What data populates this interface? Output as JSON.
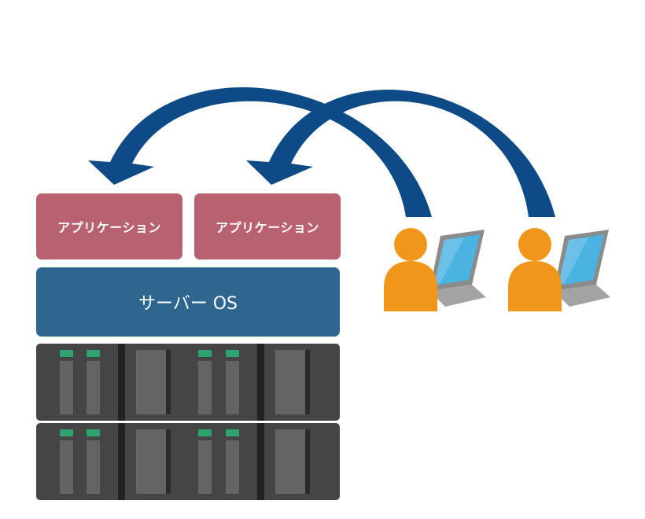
{
  "diagram": {
    "applications": [
      {
        "label": "アプリケーション"
      },
      {
        "label": "アプリケーション"
      }
    ],
    "server_os": {
      "label": "サーバー OS"
    },
    "colors": {
      "arrow": "#0e4a86",
      "application": "#b76171",
      "server_os": "#2f6690",
      "hardware": "#454545",
      "led": "#2ea36f",
      "user": "#f0961a",
      "laptop_screen": "#4ab3e2"
    },
    "hardware_units": 2,
    "users": 2,
    "icons": [
      "curved-arrow-icon",
      "user-icon",
      "laptop-icon",
      "server-rack-icon"
    ]
  }
}
